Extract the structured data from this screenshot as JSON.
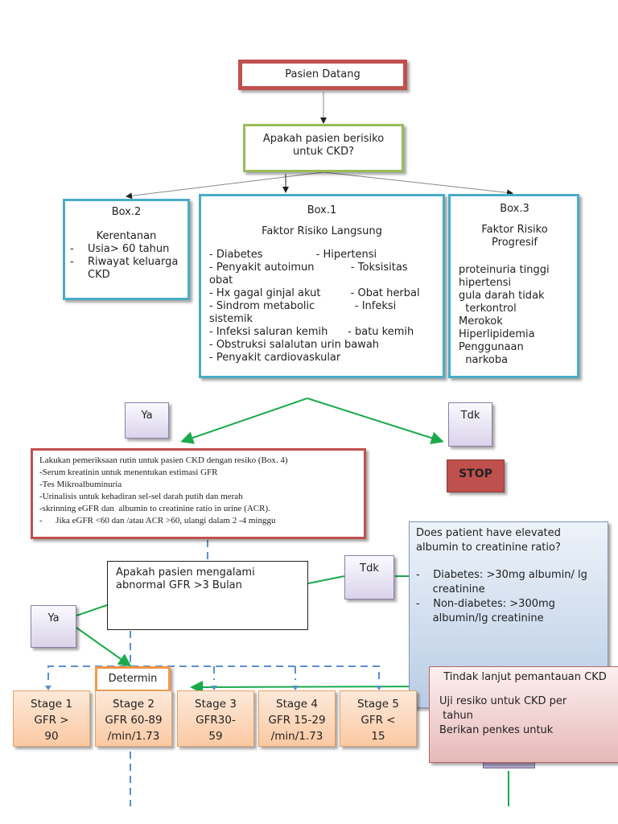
{
  "start": {
    "label": "Pasien Datang"
  },
  "question1": {
    "label": "Apakah pasien berisiko untuk CKD?"
  },
  "box2": {
    "title": "Box.2",
    "subtitle": "Kerentanan",
    "items": [
      "Usia> 60 tahun",
      "Riwayat keluarga CKD"
    ]
  },
  "box1": {
    "title": "Box.1",
    "subtitle": "Faktor Risiko Langsung",
    "lines": [
      "- Diabetes                - Hipertensi",
      "- Penyakit autoimun           - Toksisitas",
      "obat",
      "- Hx gagal ginjal akut         - Obat herbal",
      "- Sindrom metabolic            - Infeksi",
      "sistemik",
      "- Infeksi saluran kemih      - batu kemih",
      "- Obstruksi salalutan urin bawah",
      "- Penyakit cardiovaskular"
    ]
  },
  "box3": {
    "title": "Box.3",
    "subtitle": "Faktor Risiko Progresif",
    "lines": [
      "proteinuria tinggi",
      "hipertensi",
      "gula darah tidak",
      "  terkontrol",
      "Merokok",
      "Hiperlipidemia",
      "Penggunaan",
      "  narkoba"
    ]
  },
  "yes1": {
    "label": "Ya"
  },
  "no1": {
    "label": "Tdk"
  },
  "stop": {
    "label": "STOP",
    "color": "#c0504d"
  },
  "routine": {
    "lines": [
      "Lakukan pemeriksaan rutin untuk pasien CKD dengan resiko (Box. 4)",
      "-Serum kreatinin untuk menentukan estimasi GFR",
      "-Tes Mikroalbuminuria",
      "-Urinalisis untuk kehadiran sel-sel darah putih dan merah",
      "-skrinning eGFR dan  albumin to creatinine ratio in urine (ACR).",
      "-      Jika eGFR <60 dan /atau ACR >60, ulangi dalam 2 -4 minggu"
    ]
  },
  "question2": {
    "label": "Apakah pasien mengalami abnormal GFR >3 Bulan"
  },
  "no2": {
    "label": "Tdk"
  },
  "yes2": {
    "label": "Ya"
  },
  "acr": {
    "title": "Does patient have elevated albumin to creatinine ratio?",
    "items": [
      "-    Diabetes: >30mg albumin/ lg",
      "     creatinine",
      "-    Non-diabetes: >300mg",
      "     albumin/lg creatinine"
    ]
  },
  "followup": {
    "title": "Tindak lanjut pemantauan CKD",
    "items": [
      "Uji resiko untuk CKD per",
      " tahun",
      "Berikan penkes untuk"
    ]
  },
  "determine": {
    "label": "Determin"
  },
  "stages": [
    {
      "name": "Stage 1",
      "l1": "GFR >",
      "l2": "90"
    },
    {
      "name": "Stage 2",
      "l1": "GFR 60-89",
      "l2": "/min/1.73"
    },
    {
      "name": "Stage 3",
      "l1": "GFR30-",
      "l2": "59"
    },
    {
      "name": "Stage 4",
      "l1": "GFR 15-29",
      "l2": "/min/1.73"
    },
    {
      "name": "Stage 5",
      "l1": "GFR <",
      "l2": "15"
    }
  ],
  "colors": {
    "red": "#c0504d",
    "green": "#9bbb59",
    "blue": "#4bacc6",
    "arrow_green": "#1aaa4a",
    "dash_blue": "#5b8fd0"
  }
}
